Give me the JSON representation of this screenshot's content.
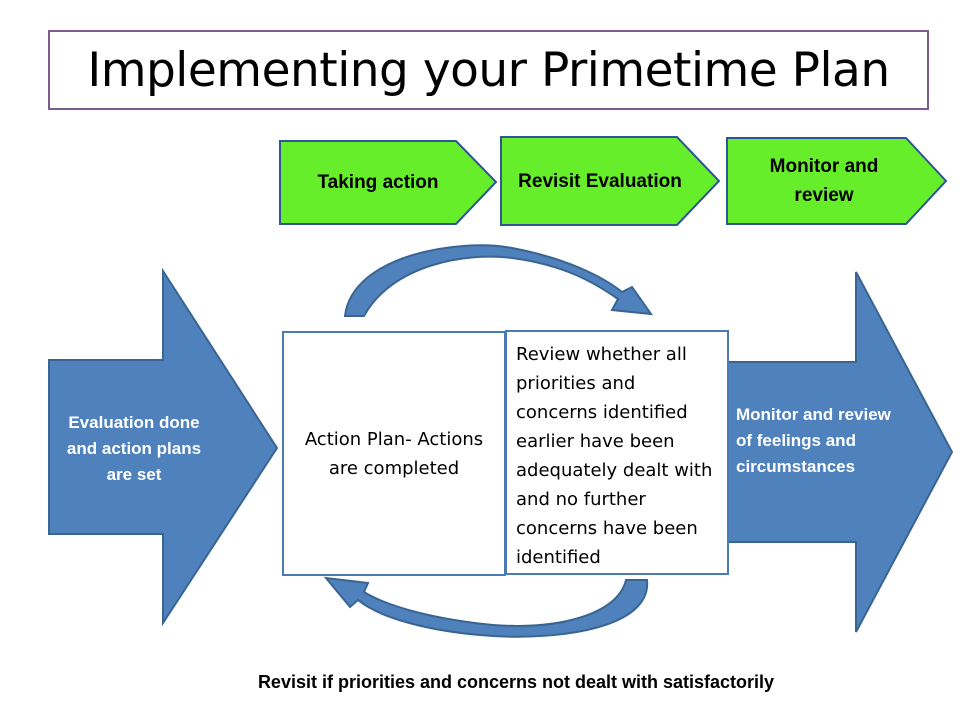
{
  "title": "Implementing your Primetime Plan",
  "steps": [
    "Taking action",
    "Revisit Evaluation",
    "Monitor and review"
  ],
  "left_arrow_text": "Evaluation done and action plans are set",
  "box_left_text": "Action Plan- Actions are completed",
  "box_right_text": "Review whether all priorities and concerns identified earlier have been adequately dealt with and no further concerns have been identified",
  "right_arrow_text": "Monitor and review of feelings and circumstances",
  "footer_text": "Revisit if priorities and concerns not dealt with satisfactorily",
  "colors": {
    "chevron_fill": "#66ee2a",
    "chevron_border": "#2f5597",
    "arrow_fill": "#4f81bd",
    "arrow_border": "#3a6593",
    "title_border": "#7b5a8e"
  }
}
